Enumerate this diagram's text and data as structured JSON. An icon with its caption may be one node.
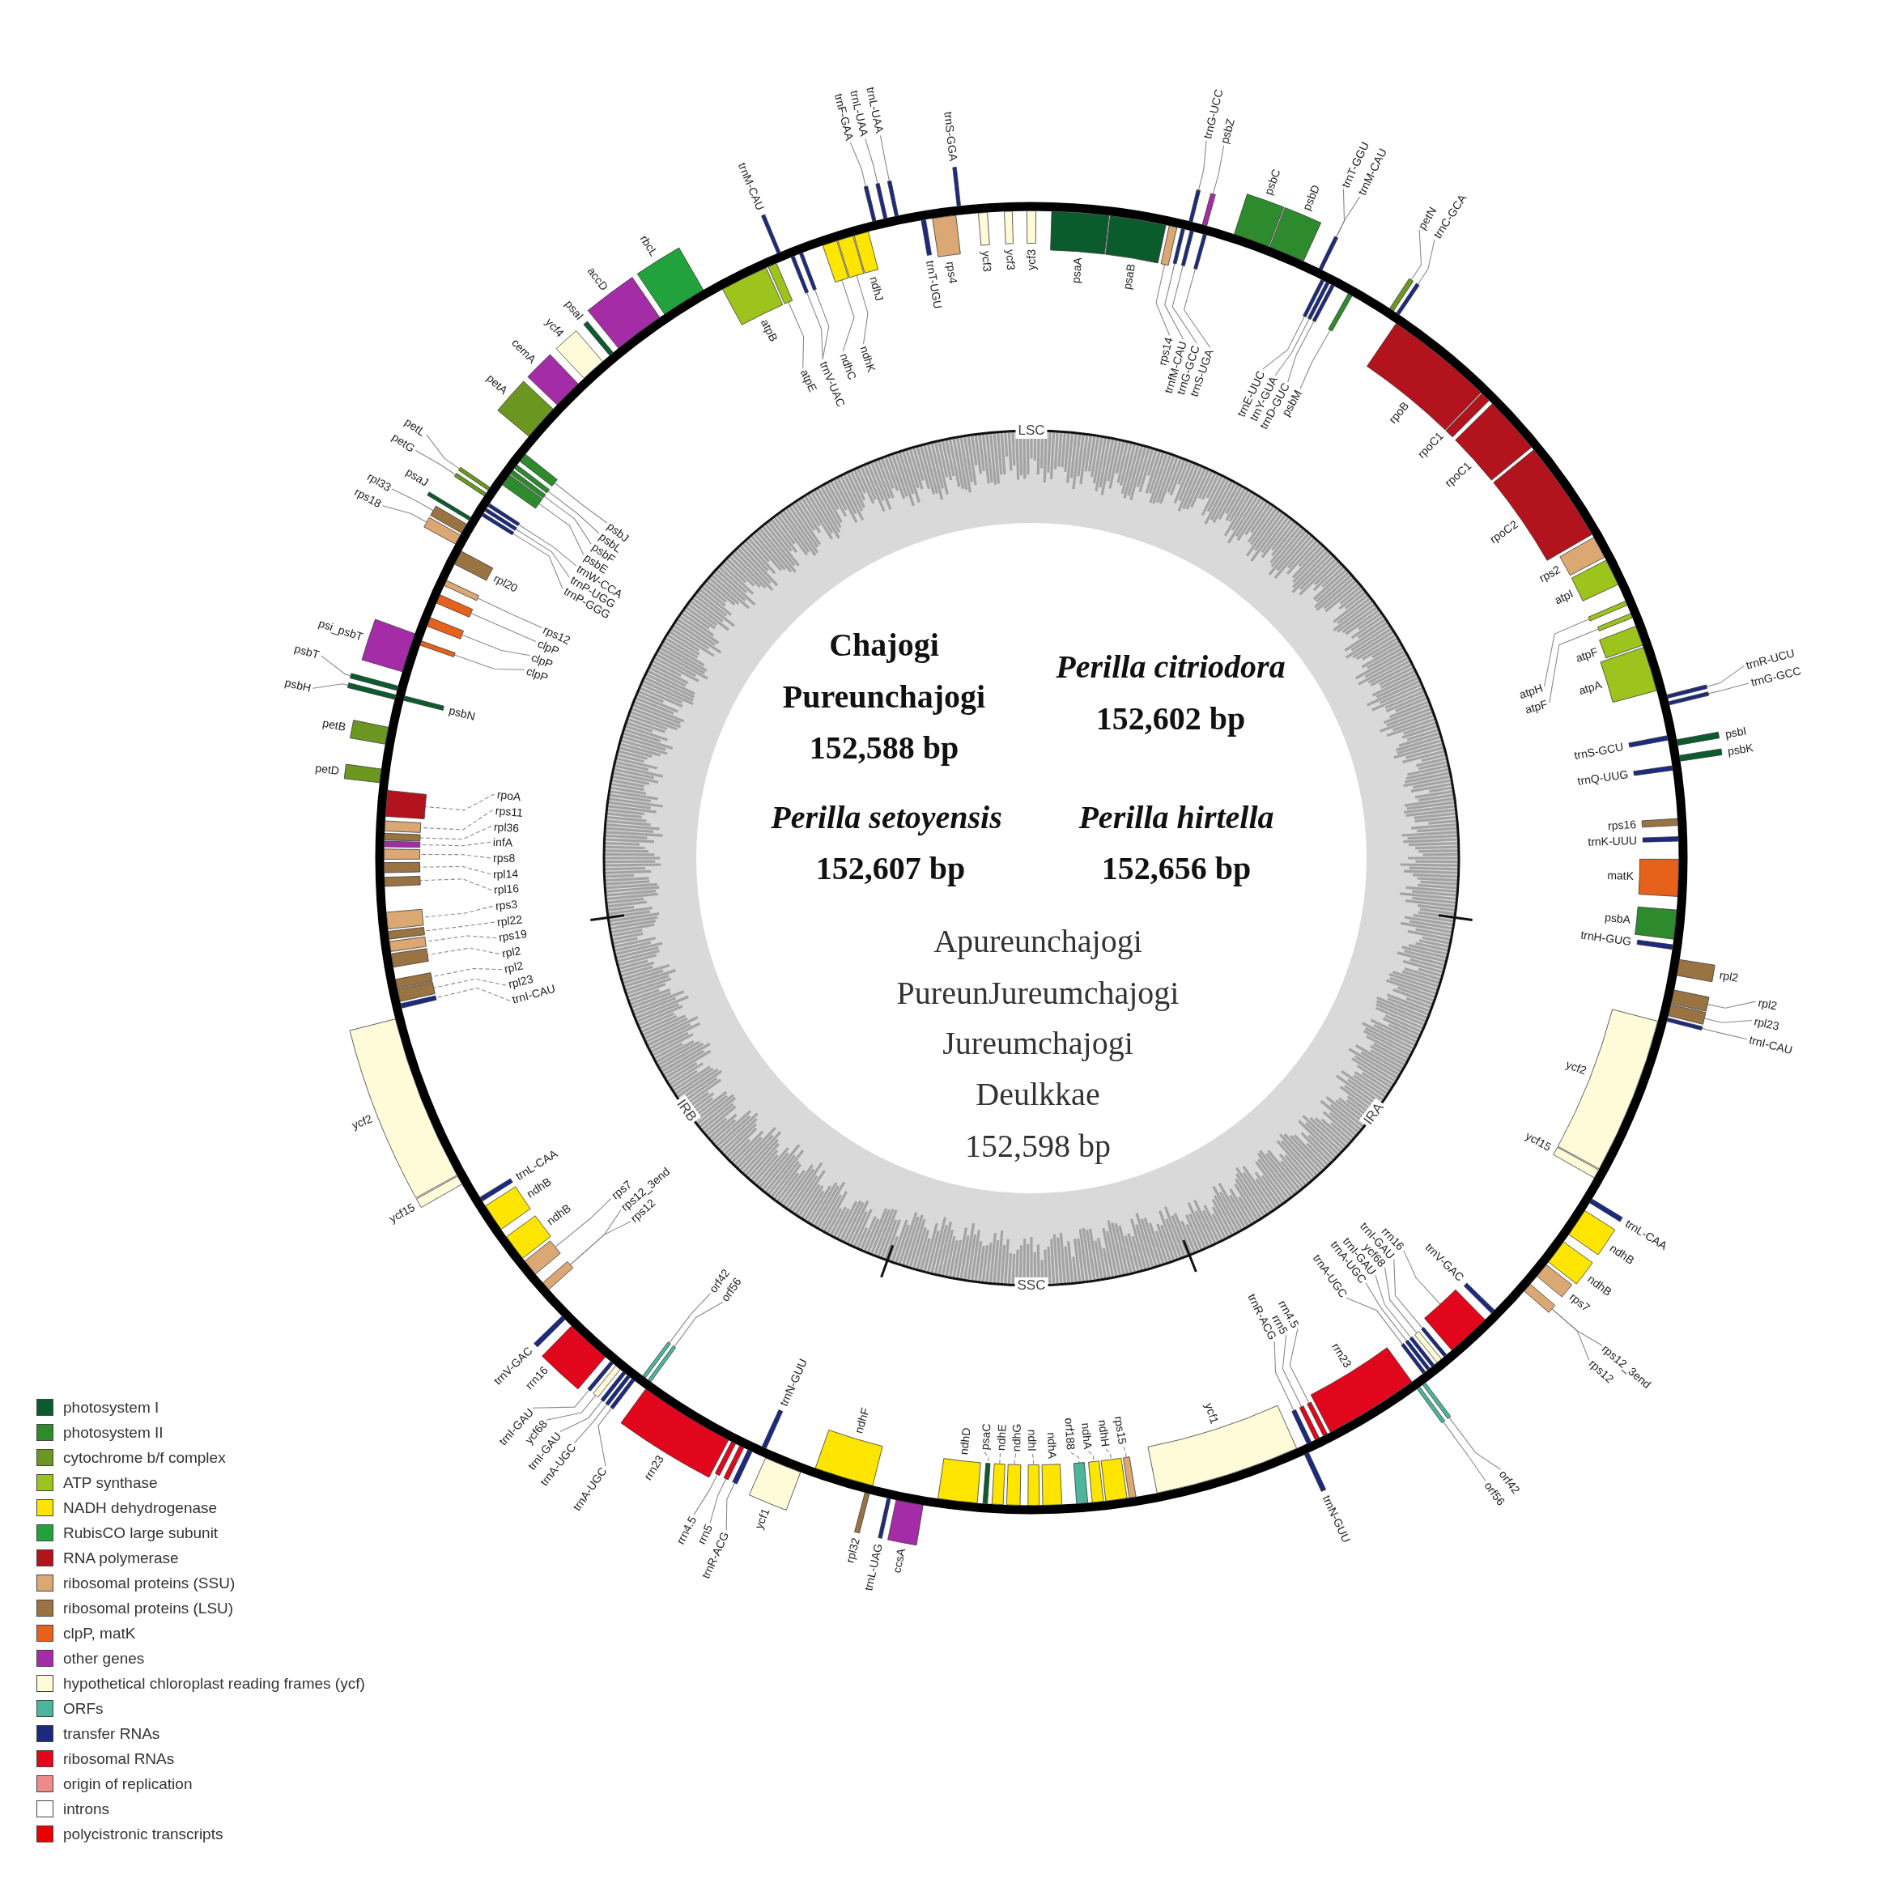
{
  "diagram": {
    "nodes": [
      {
        "text": [
          "rps14"
        ]
      },
      {
        "text": [
          "trnfM-CAU"
        ]
      },
      {
        "text": [
          "trnG-GCC"
        ]
      },
      {
        "text": [
          "trnS-UGA"
        ]
      },
      {
        "text": [
          "trnG-UCC"
        ]
      },
      {
        "text": [
          "psbZ"
        ]
      },
      {
        "text": [
          "trnT-GGU"
        ]
      },
      {
        "text": [
          "trnM-CAU"
        ]
      },
      {
        "text": [
          "trnE-UUC"
        ]
      },
      {
        "text": [
          "trnY-GUA"
        ]
      },
      {
        "text": [
          "trnD-GUC"
        ]
      },
      {
        "text": [
          "psbM"
        ]
      },
      {
        "text": [
          "petN"
        ]
      },
      {
        "text": [
          "trnC-GCA"
        ]
      },
      {
        "text": [
          "atpH"
        ]
      },
      {
        "text": [
          "atpF"
        ]
      },
      {
        "text": [
          "trnR-UCU"
        ]
      },
      {
        "text": [
          "trnG-GCC"
        ]
      },
      {
        "text": [
          "rpl2"
        ]
      },
      {
        "text": [
          "rpl23"
        ]
      },
      {
        "text": [
          "trnI-CAU"
        ]
      },
      {
        "text": [
          "rps12_3end"
        ]
      },
      {
        "text": [
          "rps12"
        ]
      },
      {
        "text": [
          "rrn16"
        ]
      },
      {
        "text": [
          "trnI-GAU"
        ]
      },
      {
        "text": [
          "ycf68"
        ]
      },
      {
        "text": [
          "trnI-GAU"
        ]
      },
      {
        "text": [
          "trnA-UGC"
        ]
      },
      {
        "text": [
          "trnA-UGC"
        ]
      },
      {
        "text": [
          "orf42"
        ]
      },
      {
        "text": [
          "orf56"
        ]
      },
      {
        "text": [
          "rrn4.5"
        ]
      },
      {
        "text": [
          "rrn5"
        ]
      },
      {
        "text": [
          "trnR-ACG"
        ]
      },
      {
        "text": [
          "rps15"
        ]
      },
      {
        "text": [
          "ndhH"
        ]
      },
      {
        "text": [
          "ndhA"
        ]
      },
      {
        "text": [
          "orf188"
        ]
      },
      {
        "text": [
          "ndhI"
        ]
      },
      {
        "text": [
          "ndhG"
        ]
      },
      {
        "text": [
          "ndhE"
        ]
      },
      {
        "text": [
          "psaC"
        ]
      },
      {
        "text": [
          "trnR-ACG"
        ]
      },
      {
        "text": [
          "rrn5"
        ]
      },
      {
        "text": [
          "rrn4.5"
        ]
      },
      {
        "text": [
          "orf56"
        ]
      },
      {
        "text": [
          "orf42"
        ]
      },
      {
        "text": [
          "trnA-UGC"
        ]
      },
      {
        "text": [
          "trnA-UGC"
        ]
      },
      {
        "text": [
          "trnI-GAU"
        ]
      },
      {
        "text": [
          "ycf68"
        ]
      },
      {
        "text": [
          "trnI-GAU"
        ]
      },
      {
        "text": [
          "rps12"
        ]
      },
      {
        "text": [
          "rps12_3end"
        ]
      },
      {
        "text": [
          "rps7"
        ]
      },
      {
        "text": [
          "trnI-CAU"
        ]
      },
      {
        "text": [
          "rpl23"
        ]
      },
      {
        "text": [
          "rpl2"
        ]
      },
      {
        "text": [
          "rpl2"
        ]
      },
      {
        "text": [
          "rps19"
        ]
      },
      {
        "text": [
          "rpl22"
        ]
      },
      {
        "text": [
          "rps3"
        ]
      },
      {
        "text": [
          "rpl16"
        ]
      },
      {
        "text": [
          "rpl14"
        ]
      },
      {
        "text": [
          "rps8"
        ]
      },
      {
        "text": [
          "infA"
        ]
      },
      {
        "text": [
          "rpl36"
        ]
      },
      {
        "text": [
          "rps11"
        ]
      },
      {
        "text": [
          "rpoA"
        ]
      },
      {
        "text": [
          "psbH"
        ]
      },
      {
        "text": [
          "psbT"
        ]
      },
      {
        "text": [
          "clpP"
        ]
      },
      {
        "text": [
          "clpP"
        ]
      },
      {
        "text": [
          "clpP"
        ]
      },
      {
        "text": [
          "rps12"
        ]
      },
      {
        "text": [
          "rps18"
        ]
      },
      {
        "text": [
          "rpl33"
        ]
      },
      {
        "text": [
          "trnP-GGG"
        ]
      },
      {
        "text": [
          "trnP-UGG"
        ]
      },
      {
        "text": [
          "trnW-CCA"
        ]
      },
      {
        "text": [
          "petG"
        ]
      },
      {
        "text": [
          "petL"
        ]
      },
      {
        "text": [
          "psbE"
        ]
      },
      {
        "text": [
          "psbF"
        ]
      },
      {
        "text": [
          "psbL"
        ]
      },
      {
        "text": [
          "psbJ"
        ]
      },
      {
        "text": [
          "atpE"
        ]
      },
      {
        "text": [
          "trnV-UAC"
        ]
      },
      {
        "text": [
          "ndhC"
        ]
      },
      {
        "text": [
          "ndhK"
        ]
      },
      {
        "text": [
          "trnF-GAA"
        ]
      },
      {
        "text": [
          "trnL-UAA"
        ]
      },
      {
        "text": [
          "trnL-UAA"
        ]
      },
      {
        "text": [],
        "shape": "bar",
        "beside": [
          "psaA"
        ]
      },
      {
        "text": [],
        "shape": "bar",
        "beside": [
          "psaB"
        ]
      },
      {
        "text": [],
        "shape": "bar"
      },
      {
        "text": [],
        "shape": "bar"
      },
      {
        "text": [],
        "shape": "bar"
      },
      {
        "text": [],
        "shape": "bar"
      },
      {
        "text": [],
        "shape": "bar"
      },
      {
        "text": [],
        "shape": "bar"
      },
      {
        "text": [],
        "shape": "bar",
        "beside": [
          "psbC"
        ]
      },
      {
        "text": [],
        "shape": "bar",
        "beside": [
          "psbD"
        ]
      },
      {
        "text": [],
        "shape": "bar"
      },
      {
        "text": [],
        "shape": "bar"
      },
      {
        "text": [],
        "shape": "bar"
      },
      {
        "text": [],
        "shape": "bar"
      },
      {
        "text": [],
        "shape": "bar"
      },
      {
        "text": [],
        "shape": "bar"
      },
      {
        "text": [],
        "shape": "bar"
      },
      {
        "text": [],
        "shape": "bar",
        "beside": [
          "rpoB"
        ]
      },
      {
        "text": [],
        "shape": "bar",
        "beside": [
          "rpoC1"
        ]
      },
      {
        "text": [],
        "shape": "bar",
        "beside": [
          "rpoC1"
        ]
      },
      {
        "text": [],
        "shape": "bar",
        "beside": [
          "rpoC2"
        ]
      },
      {
        "text": [],
        "shape": "bar",
        "beside": [
          "rps2"
        ]
      },
      {
        "text": [],
        "shape": "bar",
        "beside": [
          "atpI"
        ]
      },
      {
        "text": [],
        "shape": "bar"
      },
      {
        "text": [],
        "shape": "bar"
      },
      {
        "text": [],
        "shape": "bar",
        "beside": [
          "atpF"
        ]
      },
      {
        "text": [],
        "shape": "bar",
        "beside": [
          "atpA"
        ]
      },
      {
        "text": [],
        "shape": "bar"
      },
      {
        "text": [],
        "shape": "bar"
      },
      {
        "text": [],
        "shape": "bar",
        "beside": [
          "trnS-GCU"
        ]
      },
      {
        "text": [],
        "shape": "bar",
        "beside": [
          "psbI"
        ]
      },
      {
        "text": [],
        "shape": "bar",
        "beside": [
          "psbK"
        ]
      },
      {
        "text": [],
        "shape": "bar",
        "beside": [
          "trnQ-UUG"
        ]
      },
      {
        "text": [],
        "shape": "bar",
        "beside": [
          "rps16"
        ]
      },
      {
        "text": [],
        "shape": "bar",
        "beside": [
          "trnK-UUU"
        ]
      },
      {
        "text": [],
        "shape": "bar",
        "beside": [
          "matK"
        ]
      },
      {
        "text": [],
        "shape": "bar",
        "beside": [
          "psbA"
        ]
      },
      {
        "text": [],
        "shape": "bar",
        "beside": [
          "trnH-GUG"
        ]
      },
      {
        "text": [],
        "shape": "bar",
        "beside": [
          "rpl2"
        ]
      },
      {
        "text": [],
        "shape": "bar"
      },
      {
        "text": [],
        "shape": "bar"
      },
      {
        "text": [],
        "shape": "bar"
      },
      {
        "text": [],
        "shape": "bar",
        "beside": [
          "ycf2"
        ]
      },
      {
        "text": [],
        "shape": "bar",
        "beside": [
          "ycf15"
        ]
      },
      {
        "text": [],
        "shape": "bar",
        "beside": [
          "trnL-CAA"
        ]
      },
      {
        "text": [],
        "shape": "bar",
        "beside": [
          "ndhB"
        ]
      },
      {
        "text": [],
        "shape": "bar",
        "beside": [
          "ndhB"
        ]
      },
      {
        "text": [],
        "shape": "bar",
        "beside": [
          "rps7"
        ]
      },
      {
        "text": [],
        "shape": "bar"
      },
      {
        "text": [],
        "shape": "bar",
        "beside": [
          "trnV-GAC"
        ]
      },
      {
        "text": [],
        "shape": "bar"
      },
      {
        "text": [],
        "shape": "bar"
      },
      {
        "text": [],
        "shape": "bar"
      },
      {
        "text": [],
        "shape": "bar"
      },
      {
        "text": [],
        "shape": "bar"
      },
      {
        "text": [],
        "shape": "bar"
      },
      {
        "text": [],
        "shape": "bar"
      },
      {
        "text": [],
        "shape": "bar"
      },
      {
        "text": [],
        "shape": "bar",
        "beside": [
          "rrn23"
        ]
      },
      {
        "text": [],
        "shape": "bar"
      },
      {
        "text": [],
        "shape": "bar"
      },
      {
        "text": [],
        "shape": "bar"
      },
      {
        "text": [],
        "shape": "bar",
        "beside": [
          "trnN-GUU"
        ]
      },
      {
        "text": [],
        "shape": "bar",
        "beside": [
          "ycf1"
        ]
      },
      {
        "text": [],
        "shape": "bar"
      },
      {
        "text": [],
        "shape": "bar"
      },
      {
        "text": [],
        "shape": "bar"
      },
      {
        "text": [],
        "shape": "bar"
      },
      {
        "text": [],
        "shape": "bar",
        "beside": [
          "ndhA"
        ]
      },
      {
        "text": [],
        "shape": "bar"
      },
      {
        "text": [],
        "shape": "bar"
      },
      {
        "text": [],
        "shape": "bar"
      },
      {
        "text": [],
        "shape": "bar"
      },
      {
        "text": [],
        "shape": "bar",
        "beside": [
          "ndhD"
        ]
      },
      {
        "text": [],
        "shape": "bar",
        "beside": [
          "ccsA"
        ]
      },
      {
        "text": [],
        "shape": "bar",
        "beside": [
          "trnL-UAG"
        ]
      },
      {
        "text": [],
        "shape": "bar",
        "beside": [
          "rpl32"
        ]
      },
      {
        "text": [],
        "shape": "bar",
        "beside": [
          "ndhF"
        ]
      },
      {
        "text": [],
        "shape": "bar",
        "beside": [
          "ycf1"
        ]
      },
      {
        "text": [],
        "shape": "bar",
        "beside": [
          "trnN-GUU"
        ]
      },
      {
        "text": [],
        "shape": "bar"
      },
      {
        "text": [],
        "shape": "bar"
      },
      {
        "text": [],
        "shape": "bar"
      },
      {
        "text": [],
        "shape": "bar",
        "beside": [
          "rrn23"
        ]
      },
      {
        "text": [],
        "shape": "bar"
      },
      {
        "text": [],
        "shape": "bar"
      },
      {
        "text": [],
        "shape": "bar"
      },
      {
        "text": [],
        "shape": "bar"
      },
      {
        "text": [],
        "shape": "bar"
      },
      {
        "text": [],
        "shape": "bar"
      },
      {
        "text": [],
        "shape": "bar"
      },
      {
        "text": [],
        "shape": "bar",
        "beside": [
          "rrn16"
        ]
      },
      {
        "text": [],
        "shape": "bar",
        "beside": [
          "trnV-GAC"
        ]
      },
      {
        "text": [],
        "shape": "bar"
      },
      {
        "text": [],
        "shape": "bar"
      },
      {
        "text": [],
        "shape": "bar",
        "beside": [
          "ndhB"
        ]
      },
      {
        "text": [],
        "shape": "bar",
        "beside": [
          "ndhB"
        ]
      },
      {
        "text": [],
        "shape": "bar",
        "beside": [
          "trnL-CAA"
        ]
      },
      {
        "text": [],
        "shape": "bar",
        "beside": [
          "ycf15"
        ]
      },
      {
        "text": [],
        "shape": "bar",
        "beside": [
          "ycf2"
        ]
      },
      {
        "text": [],
        "shape": "bar"
      },
      {
        "text": [],
        "shape": "bar"
      },
      {
        "text": [],
        "shape": "bar"
      },
      {
        "text": [],
        "shape": "bar"
      },
      {
        "text": [],
        "shape": "bar"
      },
      {
        "text": [],
        "shape": "bar"
      },
      {
        "text": [],
        "shape": "bar"
      },
      {
        "text": [],
        "shape": "bar"
      },
      {
        "text": [],
        "shape": "bar"
      },
      {
        "text": [],
        "shape": "bar"
      },
      {
        "text": [],
        "shape": "bar"
      },
      {
        "text": [],
        "shape": "bar"
      },
      {
        "text": [],
        "shape": "bar"
      },
      {
        "text": [],
        "shape": "bar"
      },
      {
        "text": [],
        "shape": "bar",
        "beside": [
          "petD"
        ]
      },
      {
        "text": [],
        "shape": "bar",
        "beside": [
          "petB"
        ]
      },
      {
        "text": [],
        "shape": "bar"
      },
      {
        "text": [],
        "shape": "bar"
      },
      {
        "text": [],
        "shape": "bar",
        "beside": [
          "psbN"
        ]
      },
      {
        "text": [],
        "shape": "bar",
        "beside": [
          "psi_psbT"
        ]
      },
      {
        "text": [],
        "shape": "bar"
      },
      {
        "text": [],
        "shape": "bar"
      },
      {
        "text": [],
        "shape": "bar"
      },
      {
        "text": [],
        "shape": "bar"
      },
      {
        "text": [],
        "shape": "bar",
        "beside": [
          "rpl20"
        ]
      },
      {
        "text": [],
        "shape": "bar"
      },
      {
        "text": [],
        "shape": "bar"
      },
      {
        "text": [],
        "shape": "bar",
        "beside": [
          "psaJ"
        ]
      },
      {
        "text": [],
        "shape": "bar"
      },
      {
        "text": [],
        "shape": "bar"
      },
      {
        "text": [],
        "shape": "bar"
      },
      {
        "text": [],
        "shape": "bar"
      },
      {
        "text": [],
        "shape": "bar"
      },
      {
        "text": [],
        "shape": "bar"
      },
      {
        "text": [],
        "shape": "bar"
      },
      {
        "text": [],
        "shape": "bar"
      },
      {
        "text": [],
        "shape": "bar"
      },
      {
        "text": [],
        "shape": "bar",
        "beside": [
          "petA"
        ]
      },
      {
        "text": [],
        "shape": "bar",
        "beside": [
          "cemA"
        ]
      },
      {
        "text": [],
        "shape": "bar",
        "beside": [
          "ycf4"
        ]
      },
      {
        "text": [],
        "shape": "bar",
        "beside": [
          "psaI"
        ]
      },
      {
        "text": [],
        "shape": "bar",
        "beside": [
          "accD"
        ]
      },
      {
        "text": [],
        "shape": "bar",
        "beside": [
          "rbcL"
        ]
      },
      {
        "text": [],
        "shape": "bar",
        "beside": [
          "atpB"
        ]
      },
      {
        "text": [],
        "shape": "bar"
      },
      {
        "text": [],
        "shape": "bar",
        "beside": [
          "trnM-CAU"
        ]
      },
      {
        "text": [],
        "shape": "bar"
      },
      {
        "text": [],
        "shape": "bar"
      },
      {
        "text": [],
        "shape": "bar"
      },
      {
        "text": [],
        "shape": "bar"
      },
      {
        "text": [],
        "shape": "bar",
        "beside": [
          "ndhJ"
        ]
      },
      {
        "text": [],
        "shape": "bar"
      },
      {
        "text": [],
        "shape": "bar"
      },
      {
        "text": [],
        "shape": "bar"
      },
      {
        "text": [],
        "shape": "bar",
        "beside": [
          "trnT-UGU"
        ]
      },
      {
        "text": [],
        "shape": "bar",
        "beside": [
          "rps4"
        ]
      },
      {
        "text": [],
        "shape": "bar",
        "beside": [
          "trnS-GGA"
        ]
      },
      {
        "text": [],
        "shape": "bar",
        "beside": [
          "ycf3"
        ]
      },
      {
        "text": [],
        "shape": "bar",
        "beside": [
          "ycf3"
        ]
      },
      {
        "text": [],
        "shape": "bar",
        "beside": [
          "ycf3"
        ]
      }
    ],
    "edges": [
      {
        "from": 0,
        "to": 95,
        "arrow": "none"
      },
      {
        "from": 1,
        "to": 96,
        "arrow": "none"
      },
      {
        "from": 2,
        "to": 97,
        "arrow": "none"
      },
      {
        "from": 3,
        "to": 98,
        "arrow": "none"
      },
      {
        "from": 4,
        "to": 99,
        "arrow": "none"
      },
      {
        "from": 5,
        "to": 100,
        "arrow": "none"
      },
      {
        "from": 6,
        "to": 103,
        "arrow": "none"
      },
      {
        "from": 7,
        "to": 103,
        "arrow": "none"
      },
      {
        "from": 8,
        "to": 104,
        "arrow": "none"
      },
      {
        "from": 9,
        "to": 105,
        "arrow": "none"
      },
      {
        "from": 10,
        "to": 106,
        "arrow": "none"
      },
      {
        "from": 11,
        "to": 107,
        "arrow": "none"
      },
      {
        "from": 12,
        "to": 108,
        "arrow": "none"
      },
      {
        "from": 13,
        "to": 109,
        "arrow": "none"
      },
      {
        "from": 14,
        "to": 116,
        "arrow": "none"
      },
      {
        "from": 15,
        "to": 117,
        "arrow": "none"
      },
      {
        "from": 16,
        "to": 120,
        "arrow": "none"
      },
      {
        "from": 17,
        "to": 121,
        "arrow": "none"
      },
      {
        "from": 18,
        "to": 132,
        "arrow": "none"
      },
      {
        "from": 19,
        "to": 133,
        "arrow": "none"
      },
      {
        "from": 20,
        "to": 134,
        "arrow": "none"
      },
      {
        "from": 21,
        "to": 141,
        "arrow": "none"
      },
      {
        "from": 22,
        "to": 141,
        "arrow": "none"
      },
      {
        "from": 23,
        "to": 143,
        "arrow": "none"
      },
      {
        "from": 24,
        "to": 144,
        "arrow": "none"
      },
      {
        "from": 25,
        "to": 145,
        "arrow": "none"
      },
      {
        "from": 26,
        "to": 146,
        "arrow": "none"
      },
      {
        "from": 27,
        "to": 147,
        "arrow": "none"
      },
      {
        "from": 28,
        "to": 148,
        "arrow": "none"
      },
      {
        "from": 29,
        "to": 149,
        "arrow": "none"
      },
      {
        "from": 30,
        "to": 150,
        "arrow": "none"
      },
      {
        "from": 31,
        "to": 152,
        "arrow": "none"
      },
      {
        "from": 32,
        "to": 153,
        "arrow": "none"
      },
      {
        "from": 33,
        "to": 154,
        "arrow": "none"
      },
      {
        "from": 34,
        "to": 157,
        "arrow": "none",
        "style": "dashed"
      },
      {
        "from": 35,
        "to": 158,
        "arrow": "none",
        "style": "dashed"
      },
      {
        "from": 36,
        "to": 159,
        "arrow": "none",
        "style": "dashed"
      },
      {
        "from": 37,
        "to": 160,
        "arrow": "none",
        "style": "dashed"
      },
      {
        "from": 38,
        "to": 162,
        "arrow": "none",
        "style": "dashed"
      },
      {
        "from": 39,
        "to": 163,
        "arrow": "none",
        "style": "dashed"
      },
      {
        "from": 40,
        "to": 164,
        "arrow": "none",
        "style": "dashed"
      },
      {
        "from": 41,
        "to": 165,
        "arrow": "none",
        "style": "dashed"
      },
      {
        "from": 42,
        "to": 173,
        "arrow": "none"
      },
      {
        "from": 43,
        "to": 174,
        "arrow": "none"
      },
      {
        "from": 44,
        "to": 175,
        "arrow": "none"
      },
      {
        "from": 45,
        "to": 177,
        "arrow": "none"
      },
      {
        "from": 46,
        "to": 178,
        "arrow": "none"
      },
      {
        "from": 47,
        "to": 179,
        "arrow": "none"
      },
      {
        "from": 48,
        "to": 180,
        "arrow": "none"
      },
      {
        "from": 49,
        "to": 181,
        "arrow": "none"
      },
      {
        "from": 50,
        "to": 182,
        "arrow": "none"
      },
      {
        "from": 51,
        "to": 183,
        "arrow": "none"
      },
      {
        "from": 52,
        "to": 186,
        "arrow": "none"
      },
      {
        "from": 53,
        "to": 186,
        "arrow": "none"
      },
      {
        "from": 54,
        "to": 187,
        "arrow": "none"
      },
      {
        "from": 55,
        "to": 193,
        "arrow": "none",
        "style": "dashed"
      },
      {
        "from": 56,
        "to": 194,
        "arrow": "none",
        "style": "dashed"
      },
      {
        "from": 57,
        "to": 195,
        "arrow": "none",
        "style": "dashed"
      },
      {
        "from": 58,
        "to": 196,
        "arrow": "none",
        "style": "dashed"
      },
      {
        "from": 59,
        "to": 197,
        "arrow": "none",
        "style": "dashed"
      },
      {
        "from": 60,
        "to": 198,
        "arrow": "none",
        "style": "dashed"
      },
      {
        "from": 61,
        "to": 199,
        "arrow": "none",
        "style": "dashed"
      },
      {
        "from": 62,
        "to": 200,
        "arrow": "none",
        "style": "dashed"
      },
      {
        "from": 63,
        "to": 201,
        "arrow": "none",
        "style": "dashed"
      },
      {
        "from": 64,
        "to": 202,
        "arrow": "none",
        "style": "dashed"
      },
      {
        "from": 65,
        "to": 203,
        "arrow": "none",
        "style": "dashed"
      },
      {
        "from": 66,
        "to": 204,
        "arrow": "none",
        "style": "dashed"
      },
      {
        "from": 67,
        "to": 205,
        "arrow": "none",
        "style": "dashed"
      },
      {
        "from": 68,
        "to": 206,
        "arrow": "none",
        "style": "dashed"
      },
      {
        "from": 69,
        "to": 209,
        "arrow": "none"
      },
      {
        "from": 70,
        "to": 210,
        "arrow": "none"
      },
      {
        "from": 71,
        "to": 213,
        "arrow": "none"
      },
      {
        "from": 72,
        "to": 214,
        "arrow": "none"
      },
      {
        "from": 73,
        "to": 215,
        "arrow": "none"
      },
      {
        "from": 74,
        "to": 216,
        "arrow": "none"
      },
      {
        "from": 75,
        "to": 218,
        "arrow": "none"
      },
      {
        "from": 76,
        "to": 219,
        "arrow": "none"
      },
      {
        "from": 77,
        "to": 221,
        "arrow": "none"
      },
      {
        "from": 78,
        "to": 222,
        "arrow": "none"
      },
      {
        "from": 79,
        "to": 223,
        "arrow": "none"
      },
      {
        "from": 80,
        "to": 224,
        "arrow": "none"
      },
      {
        "from": 81,
        "to": 225,
        "arrow": "none"
      },
      {
        "from": 82,
        "to": 226,
        "arrow": "none"
      },
      {
        "from": 83,
        "to": 227,
        "arrow": "none"
      },
      {
        "from": 84,
        "to": 228,
        "arrow": "none"
      },
      {
        "from": 85,
        "to": 229,
        "arrow": "none"
      },
      {
        "from": 86,
        "to": 237,
        "arrow": "none"
      },
      {
        "from": 87,
        "to": 239,
        "arrow": "none"
      },
      {
        "from": 88,
        "to": 241,
        "arrow": "none"
      },
      {
        "from": 89,
        "to": 242,
        "arrow": "none"
      },
      {
        "from": 90,
        "to": 244,
        "arrow": "none"
      },
      {
        "from": 91,
        "to": 245,
        "arrow": "none"
      },
      {
        "from": 92,
        "to": 246,
        "arrow": "none"
      },
      {
        "from": 87,
        "to": 240,
        "arrow": "none"
      }
    ],
    "labels": [
      "LSC",
      "IRA",
      "SSC",
      "IRB",
      "Chajogi",
      "Pureunchajogi",
      "152,588 bp",
      "Perilla citriodora",
      "152,602 bp",
      "Perilla setoyensis",
      "152,607 bp",
      "Perilla hirtella",
      "152,656 bp",
      "Apureunchajogi",
      "PureunJureumchajogi",
      "Jureumchajogi",
      "Deulkkae",
      "152,598 bp"
    ],
    "legend": [
      {
        "text": "photosystem I",
        "color": "#0b5c2c"
      },
      {
        "text": "photosystem II",
        "color": "#2d8a2d"
      },
      {
        "text": "cytochrome b/f complex",
        "color": "#6b9720"
      },
      {
        "text": "ATP synthase",
        "color": "#9cc41c"
      },
      {
        "text": "NADH dehydrogenase",
        "color": "#fde500"
      },
      {
        "text": "RubisCO large subunit",
        "color": "#22a23c"
      },
      {
        "text": "RNA polymerase",
        "color": "#b3131d"
      },
      {
        "text": "ribosomal proteins (SSU)",
        "color": "#dba874"
      },
      {
        "text": "ribosomal proteins (LSU)",
        "color": "#9a7343"
      },
      {
        "text": "clpP, matK",
        "color": "#e6611a"
      },
      {
        "text": "other genes",
        "color": "#a42ca6"
      },
      {
        "text": "hypothetical chloroplast reading frames (ycf)",
        "color": "#fffad8"
      },
      {
        "text": "ORFs",
        "color": "#4db59c"
      },
      {
        "text": "transfer RNAs",
        "color": "#1b2a80"
      },
      {
        "text": "ribosomal RNAs",
        "color": "#e1061b"
      },
      {
        "text": "origin of replication",
        "color": "#f08a8a"
      },
      {
        "text": "introns",
        "color": "#ffffff"
      },
      {
        "text": "polycistronic transcripts",
        "color": "#eb0000"
      }
    ]
  }
}
